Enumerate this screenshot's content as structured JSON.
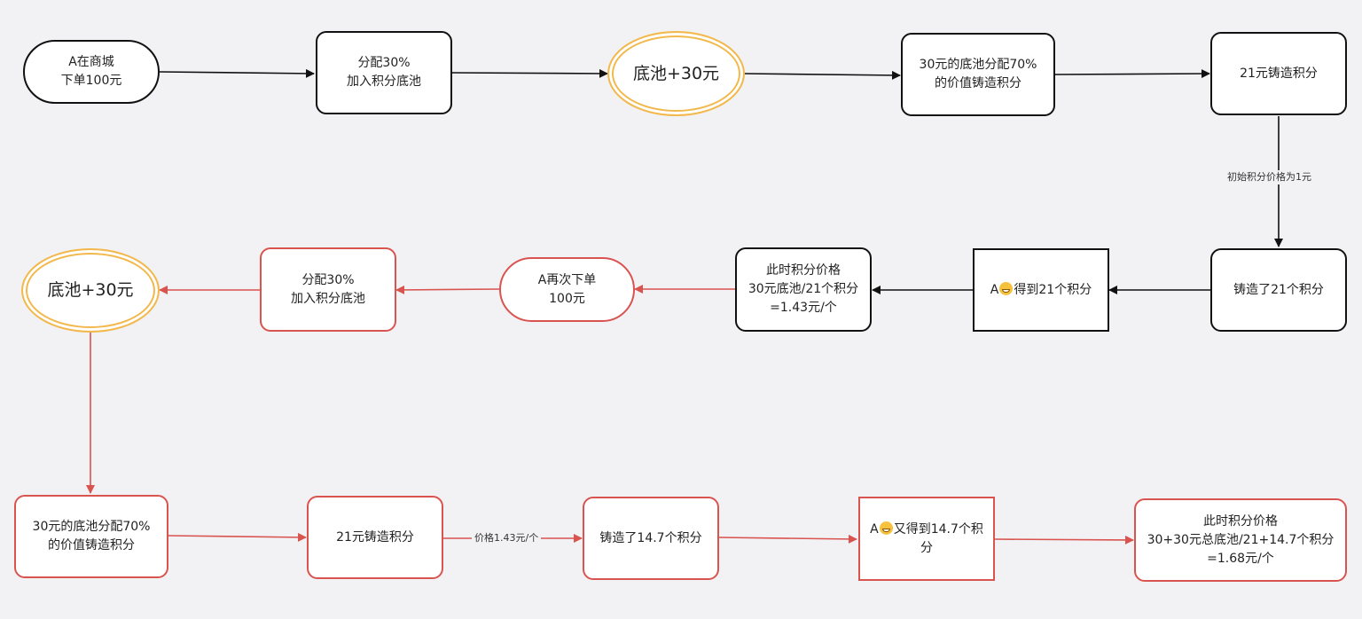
{
  "nodes": {
    "n1": "A在商城\n下单100元",
    "n2": "分配30%\n加入积分底池",
    "n3": "底池+30元",
    "n4": "30元的底池分配70%\n的价值铸造积分",
    "n5": "21元铸造积分",
    "n6": "铸造了21个积分",
    "n7_a": "A",
    "n7_b": "得到21个积分",
    "n8": "此时积分价格\n30元底池/21个积分\n=1.43元/个",
    "n9": "A再次下单\n100元",
    "n10": "分配30%\n加入积分底池",
    "n11": "底池+30元",
    "n12": "30元的底池分配70%\n的价值铸造积分",
    "n13": "21元铸造积分",
    "n14": "铸造了14.7个积分",
    "n15_a": "A",
    "n15_b": "又得到14.7个积分",
    "n16": "此时积分价格\n30+30元总底池/21+14.7个积分\n=1.68元/个"
  },
  "edge_labels": {
    "initial_price": "初始积分价格为1元",
    "price": "价格1.43元/个"
  },
  "icons": {
    "emoji": "grinning-face-icon"
  },
  "colors": {
    "black_line": "#111111",
    "red_line": "#d9534f",
    "pool_ellipse": "#f2b84b",
    "background": "#f2f2f4"
  }
}
